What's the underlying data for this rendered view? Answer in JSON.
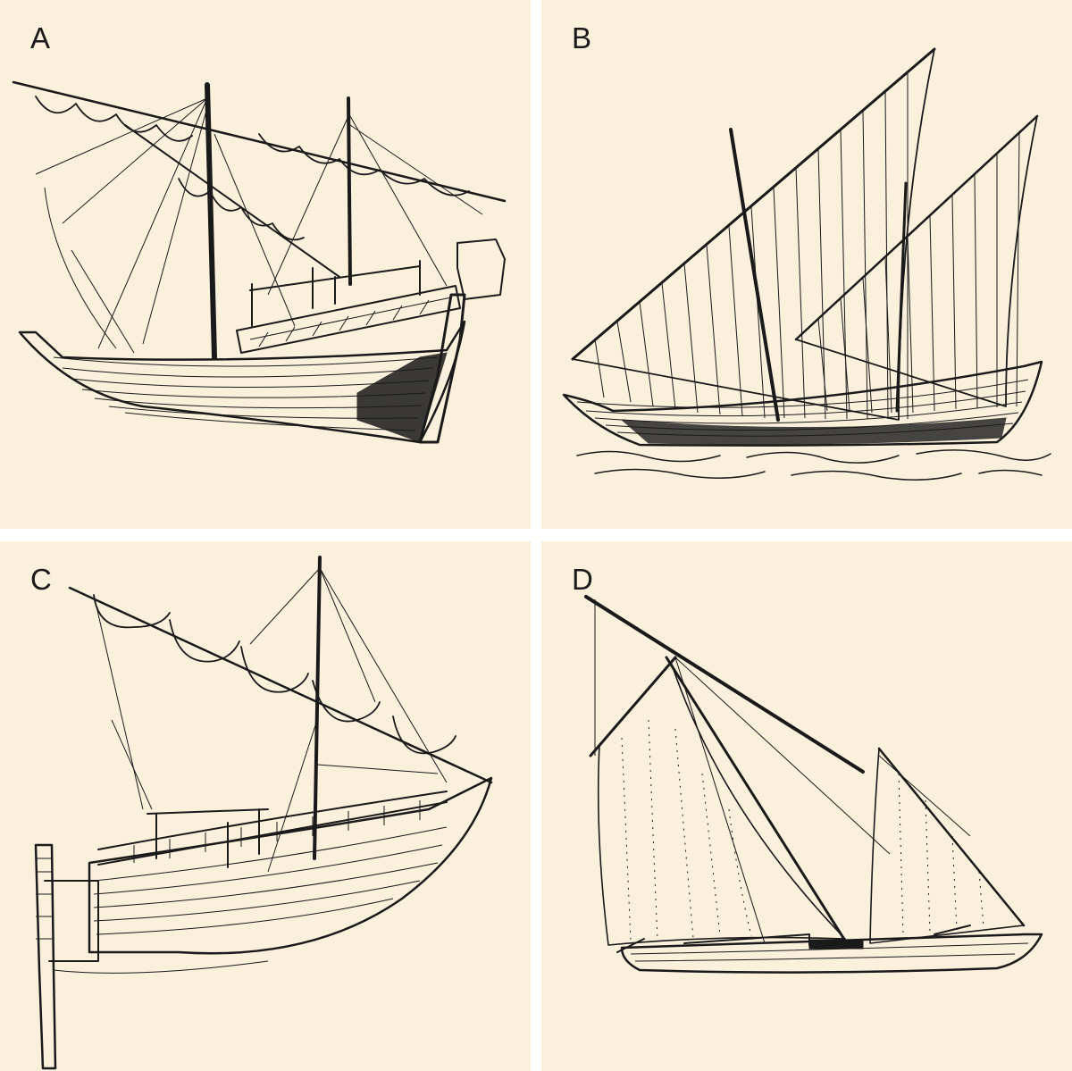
{
  "panels": [
    {
      "letter": "A",
      "illustration": "boat-a"
    },
    {
      "letter": "B",
      "illustration": "boat-b"
    },
    {
      "letter": "C",
      "illustration": "boat-c"
    },
    {
      "letter": "D",
      "illustration": "boat-d"
    }
  ],
  "colors": {
    "background": "#fbf0dc",
    "gutter": "#ffffff",
    "ink": "#1a1a1a"
  }
}
